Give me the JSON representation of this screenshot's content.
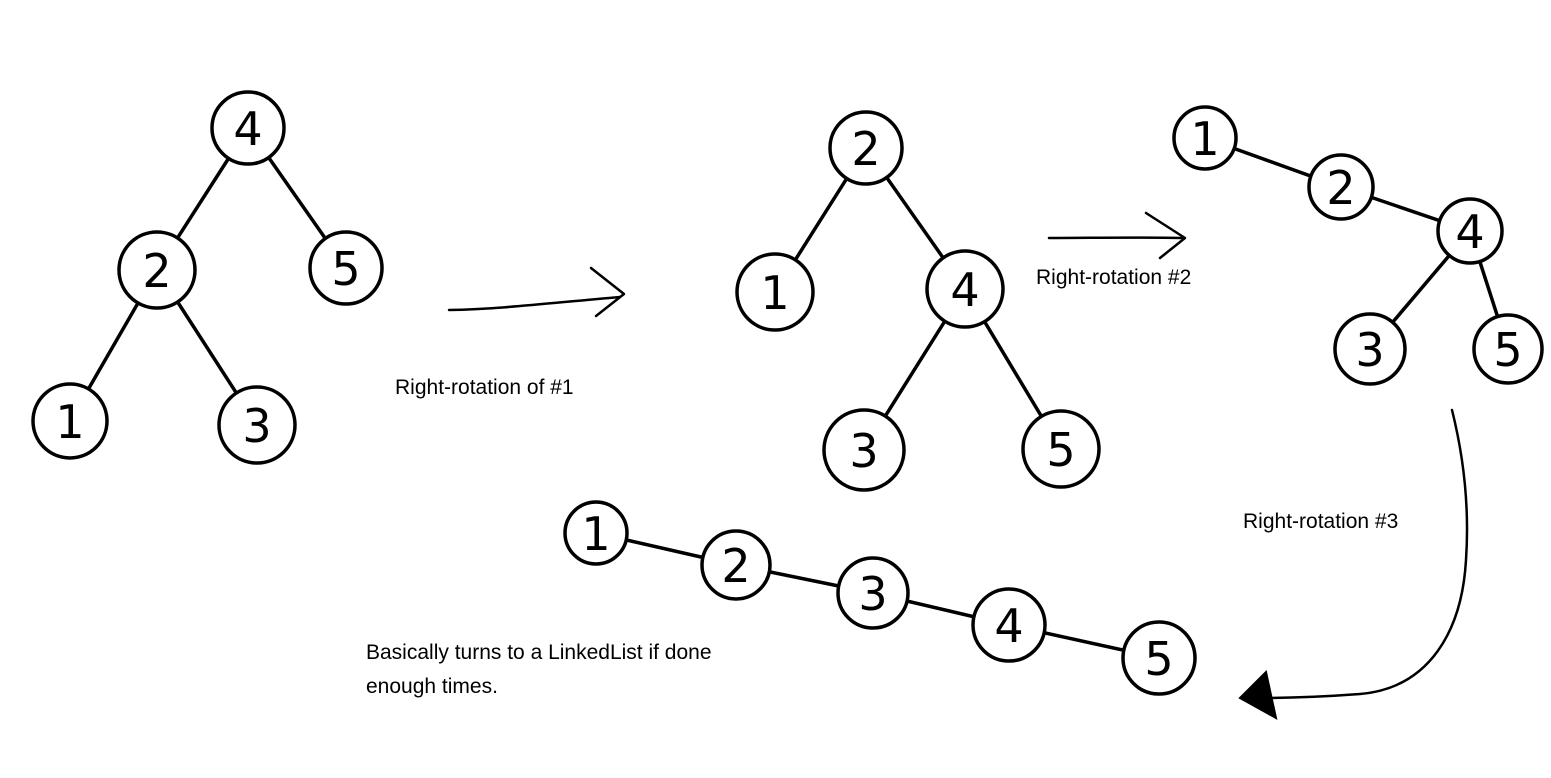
{
  "trees": [
    {
      "name": "tree-original",
      "nodes": [
        {
          "id": "a4",
          "label": "4"
        },
        {
          "id": "a2",
          "label": "2"
        },
        {
          "id": "a5",
          "label": "5"
        },
        {
          "id": "a1",
          "label": "1"
        },
        {
          "id": "a3",
          "label": "3"
        }
      ],
      "edges": [
        [
          "a4",
          "a2"
        ],
        [
          "a4",
          "a5"
        ],
        [
          "a2",
          "a1"
        ],
        [
          "a2",
          "a3"
        ]
      ]
    },
    {
      "name": "tree-after-rotation-1",
      "nodes": [
        {
          "id": "b2",
          "label": "2"
        },
        {
          "id": "b1",
          "label": "1"
        },
        {
          "id": "b4",
          "label": "4"
        },
        {
          "id": "b3",
          "label": "3"
        },
        {
          "id": "b5",
          "label": "5"
        }
      ],
      "edges": [
        [
          "b2",
          "b1"
        ],
        [
          "b2",
          "b4"
        ],
        [
          "b4",
          "b3"
        ],
        [
          "b4",
          "b5"
        ]
      ]
    },
    {
      "name": "tree-after-rotation-2",
      "nodes": [
        {
          "id": "c1",
          "label": "1"
        },
        {
          "id": "c2",
          "label": "2"
        },
        {
          "id": "c4",
          "label": "4"
        },
        {
          "id": "c3",
          "label": "3"
        },
        {
          "id": "c5",
          "label": "5"
        }
      ],
      "edges": [
        [
          "c1",
          "c2"
        ],
        [
          "c2",
          "c4"
        ],
        [
          "c4",
          "c3"
        ],
        [
          "c4",
          "c5"
        ]
      ]
    },
    {
      "name": "tree-after-rotation-3",
      "nodes": [
        {
          "id": "d1",
          "label": "1"
        },
        {
          "id": "d2",
          "label": "2"
        },
        {
          "id": "d3",
          "label": "3"
        },
        {
          "id": "d4",
          "label": "4"
        },
        {
          "id": "d5",
          "label": "5"
        }
      ],
      "edges": [
        [
          "d1",
          "d2"
        ],
        [
          "d2",
          "d3"
        ],
        [
          "d3",
          "d4"
        ],
        [
          "d4",
          "d5"
        ]
      ]
    }
  ],
  "captions": {
    "rotation1": "Right-rotation of #1",
    "rotation2": "Right-rotation #2",
    "rotation3": "Right-rotation #3",
    "summary_line1": "Basically turns to a LinkedList if done",
    "summary_line2": "enough times."
  }
}
